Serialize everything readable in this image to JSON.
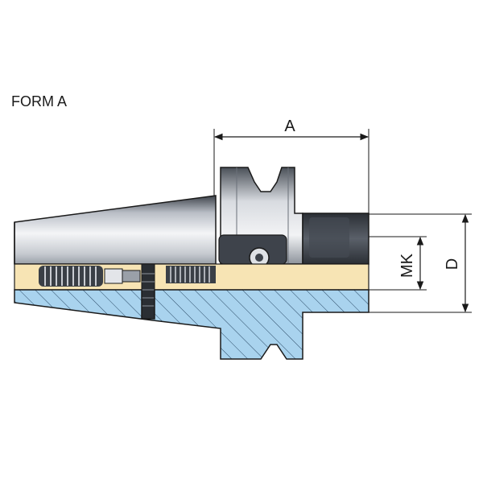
{
  "title": "FORM A",
  "dimensions": {
    "a": "A",
    "mk": "MK",
    "d": "D"
  },
  "colors": {
    "section_fill": "#a9d3ee",
    "steel_light": "#e4e6ea",
    "steel_dark": "#3b4048",
    "bore_fill": "#f7e4b4",
    "outline": "#1a1a1a"
  }
}
